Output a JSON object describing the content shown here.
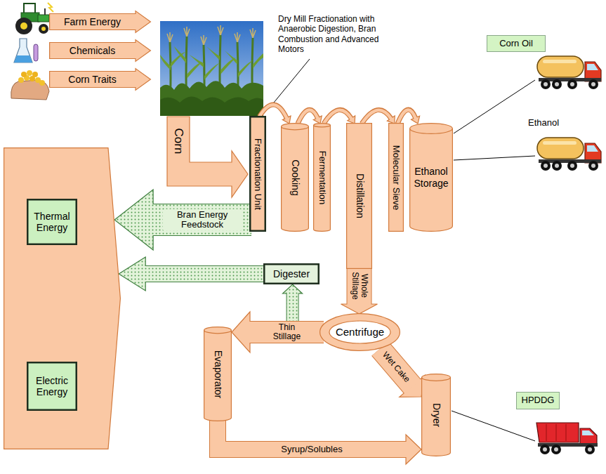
{
  "diagram": {
    "title": "Dry Mill Fractionation with Anaerobic Digestion, Bran Combustion and Advanced Motors",
    "nodes": [
      {
        "text": [
          "Farm Energy"
        ]
      },
      {
        "text": [
          "Chemicals"
        ]
      },
      {
        "text": [
          "Corn Traits"
        ]
      },
      {
        "text": [
          "Corn Oil"
        ]
      },
      {
        "text": [
          "Corn"
        ]
      },
      {
        "text": [
          "Fractionation Unit"
        ]
      },
      {
        "text": [
          "Cooking"
        ]
      },
      {
        "text": [
          "Fermentation"
        ]
      },
      {
        "text": [
          "Distillation"
        ]
      },
      {
        "text": [
          "Molecular Sieve"
        ]
      },
      {
        "text": [
          "Ethanol Storage"
        ]
      },
      {
        "text": []
      },
      {
        "text": [
          "Thermal Energy"
        ],
        "in": 11
      },
      {
        "text": [
          "Electric Energy"
        ],
        "in": 11
      },
      {
        "text": [
          "Digester"
        ]
      },
      {
        "text": [
          "Centrifuge"
        ]
      },
      {
        "text": [
          "Evaporator"
        ]
      },
      {
        "text": [
          "Dryer"
        ]
      },
      {
        "text": [
          "HPDDG"
        ]
      }
    ],
    "edges": [
      {
        "from": 5,
        "to": 6,
        "arrow": "to"
      },
      {
        "from": 6,
        "to": 7,
        "arrow": "to"
      },
      {
        "from": 7,
        "to": 8,
        "arrow": "to"
      },
      {
        "from": 8,
        "to": 9,
        "arrow": "to"
      },
      {
        "from": 9,
        "to": 10,
        "arrow": "to"
      },
      {
        "from": 5,
        "to": 11,
        "label": "Bran Energy Feedstock",
        "arrow": "to"
      },
      {
        "from": 14,
        "to": 11,
        "arrow": "to"
      },
      {
        "from": 8,
        "to": 15,
        "label": "Whole Stillage",
        "arrow": "to"
      },
      {
        "from": 15,
        "to": 16,
        "label": "Thin Stillage",
        "arrow": "to"
      },
      {
        "from": 15,
        "to": 14,
        "arrow": "to"
      },
      {
        "from": 15,
        "to": 17,
        "label": "Wet Cake",
        "arrow": "to"
      },
      {
        "from": 16,
        "to": 17,
        "label": "Syrup/Solubles",
        "arrow": "to"
      }
    ],
    "labels": [
      "Ethanol"
    ]
  }
}
